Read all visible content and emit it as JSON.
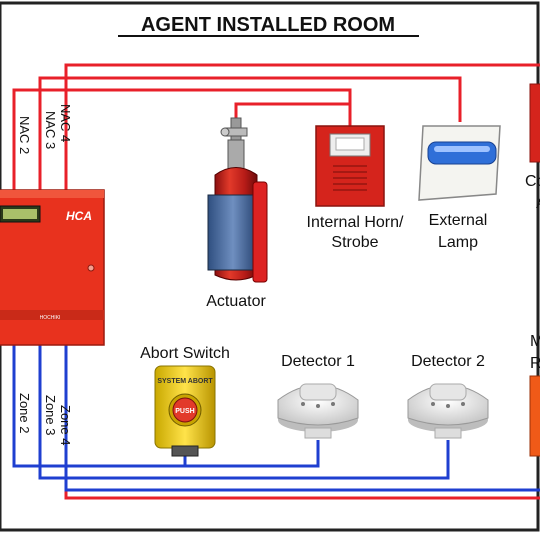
{
  "title": "AGENT INSTALLED ROOM",
  "panel": {
    "brand": "HCA",
    "maker": "HOCHIKI"
  },
  "nac_labels": [
    "NAC 2",
    "NAC 3",
    "NAC 4"
  ],
  "zone_labels": [
    "Zone 2",
    "Zone 3",
    "Zone 4"
  ],
  "devices": {
    "actuator": "Actuator",
    "horn_line1": "Internal Horn/",
    "horn_line2": "Strobe",
    "lamp_line1": "External",
    "lamp_line2": "Lamp",
    "cut_right_top_line1": "Co",
    "cut_right_top_line2": "A",
    "abort_switch": "Abort Switch",
    "abort_face_top": "SYSTEM ABORT",
    "abort_face_btn": "PUSH",
    "detector1": "Detector 1",
    "detector2": "Detector 2",
    "cut_right_bottom_line1": "M",
    "cut_right_bottom_line2": "R"
  },
  "colors": {
    "nac_wire": "#e8202a",
    "zone_wire": "#1f3fd0",
    "panel": "#e8321e",
    "frame": "#222222"
  }
}
